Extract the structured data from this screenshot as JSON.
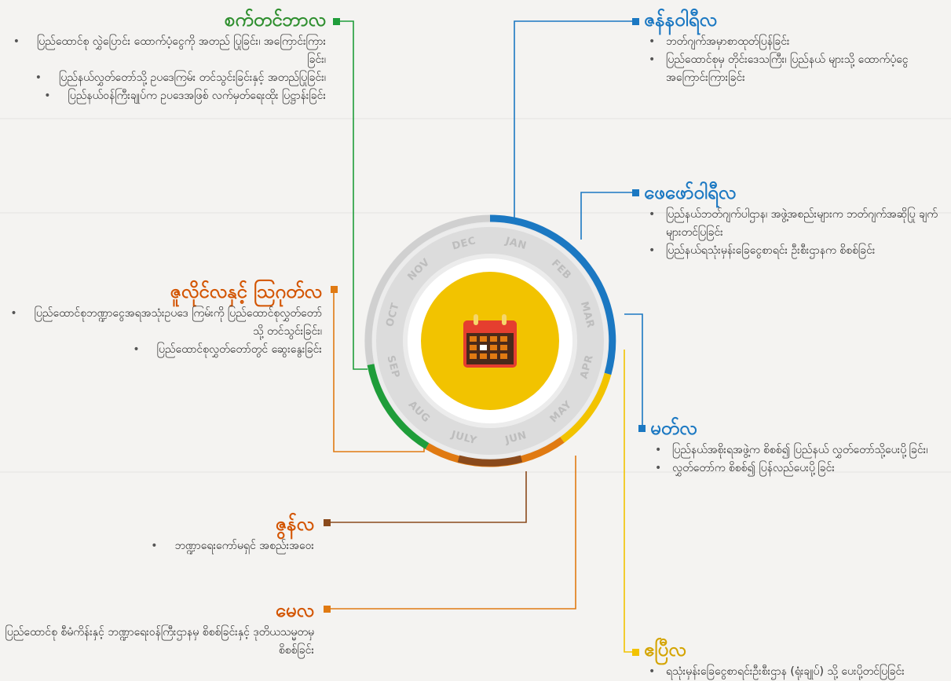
{
  "colors": {
    "green": "#1f9d3a",
    "blue": "#1b78c2",
    "yellow": "#f2c300",
    "orange": "#e07a12",
    "brown": "#8a4a1c",
    "title_green": "#2f8f2f",
    "title_orange": "#d35400",
    "title_blue": "#1b78c2"
  },
  "months": [
    "JAN",
    "FEB",
    "MAR",
    "APR",
    "MAY",
    "JUN",
    "JULY",
    "AUG",
    "SEP",
    "OCT",
    "NOV",
    "DEC"
  ],
  "blocks": {
    "october": {
      "title": "စက်တင်ဘာလ",
      "items": [
        "ပြည်ထောင်စု လွှဲပြောင်း ထောက်ပံ့ငွေကို အတည် ပြုခြင်း၊ အကြောင်းကြားခြင်း၊",
        "ပြည်နယ်လွှတ်တော်သို့ ဥပဒေကြမ်း တင်သွင်းခြင်းနှင့် အတည်ပြုခြင်း၊",
        "ပြည်နယ်ဝန်ကြီးချုပ်က ဥပဒေအဖြစ် လက်မှတ်ရေးထိုး ပြဋ္ဌာန်းခြင်း"
      ]
    },
    "july_aug": {
      "title": "ဇူလိုင်လနှင့် ဩဂုတ်လ",
      "items": [
        "ပြည်ထောင်စုဘဏ္ဍာငွေအရအသုံးဥပဒေ ကြမ်းကို ပြည်ထောင်စုလွှတ်တော်သို့ တင်သွင်းခြင်း၊",
        "ပြည်ထောင်စုလွှတ်တော်တွင် ဆွေးနွေးခြင်း"
      ]
    },
    "june": {
      "title": "ဇွန်လ",
      "items": [
        "ဘဏ္ဍာရေးကော်မရှင် အစည်းအဝေး"
      ]
    },
    "may": {
      "title": "မေလ",
      "items": [
        "ပြည်ထောင်စု စီမံကိန်းနှင့် ဘဏ္ဍာရေးဝန်ကြီးဌာနမှ စိစစ်ခြင်းနှင့် ဒုတိယသမ္မတမှ စိစစ်ခြင်း"
      ]
    },
    "january": {
      "title": "ဇန်နဝါရီလ",
      "items": [
        "ဘတ်ဂျက်အမှာစာထုတ်ပြန်ခြင်း",
        "ပြည်ထောင်စုမှ တိုင်းဒေသကြီး၊ ပြည်နယ် များသို့ ထောက်ပံ့ငွေ အကြောင်းကြားခြင်း"
      ]
    },
    "february": {
      "title": "ဖေဖော်ဝါရီလ",
      "items": [
        "ပြည်နယ်ဘတ်ဂျက်ပါဌာန၊ အဖွဲ့အစည်းများက ဘတ်ဂျက်အဆိုပြု ချက်များတင်ပြခြင်း",
        "ပြည်နယ်ရသုံးမှန်းခြေငွေစာရင်း ဦးစီးဌာနက စိစစ်ခြင်း"
      ]
    },
    "march": {
      "title": "မတ်လ",
      "items": [
        "ပြည်နယ်အစိုးရအဖွဲ့က စိစစ်၍ ပြည်နယ် လွှတ်တော်သို့ပေးပို့ခြင်း၊",
        "လွှတ်တော်က စိစစ်၍ ပြန်လည်ပေးပို့ခြင်း"
      ]
    },
    "april": {
      "title": "ဧပြီလ",
      "items": [
        "ရသုံးမှန်းခြေငွေစာရင်းဦးစီးဌာန (ရုံးချုပ်) သို့ ပေးပို့တင်ပြခြင်း"
      ]
    }
  }
}
